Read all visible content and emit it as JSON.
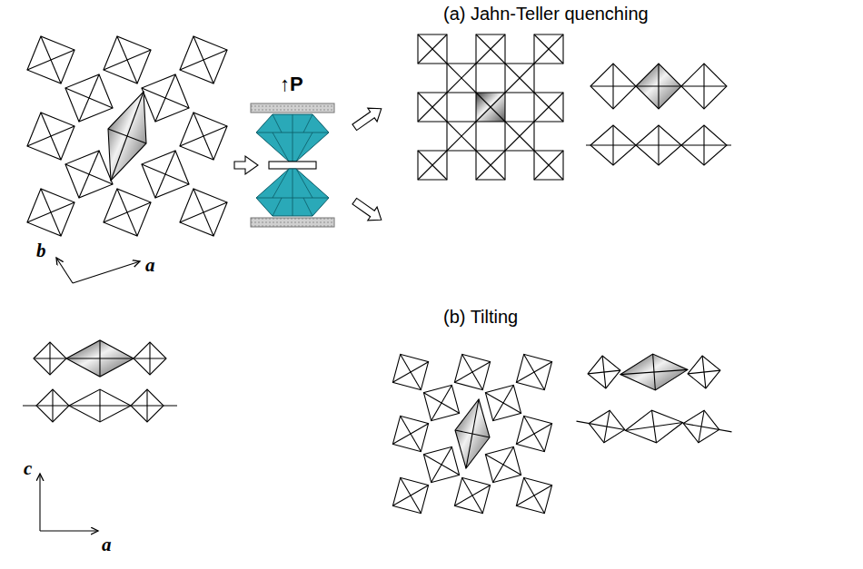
{
  "diagram": {
    "labels": [
      "(a) Jahn-Teller quenching",
      "↑P",
      "b",
      "a",
      "(b) Tilting",
      "c",
      "a"
    ]
  }
}
